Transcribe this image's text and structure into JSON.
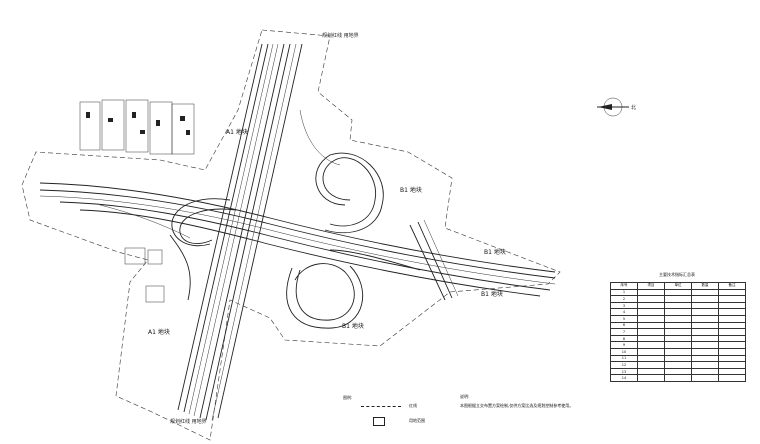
{
  "title": "",
  "zone_labels": {
    "nw": "A1 地块",
    "ne": "B1 地块",
    "e": "B1 地块",
    "se_right": "B1 地块",
    "sw": "A1 地块",
    "s": "B1 地块"
  },
  "top_label": "规划红线 用地界",
  "bottom_label": "规划红线 用地界",
  "north_arrow_label": "北",
  "table": {
    "title": "主要技术指标汇总表",
    "headers": [
      "序号",
      "项目",
      "单位",
      "数量",
      "备注"
    ],
    "rows": [
      [
        "1",
        "",
        "",
        "",
        ""
      ],
      [
        "2",
        "",
        "",
        "",
        ""
      ],
      [
        "3",
        "",
        "",
        "",
        ""
      ],
      [
        "4",
        "",
        "",
        "",
        ""
      ],
      [
        "5",
        "",
        "",
        "",
        ""
      ],
      [
        "6",
        "",
        "",
        "",
        ""
      ],
      [
        "7",
        "",
        "",
        "",
        ""
      ],
      [
        "8",
        "",
        "",
        "",
        ""
      ],
      [
        "9",
        "",
        "",
        "",
        ""
      ],
      [
        "10",
        "",
        "",
        "",
        ""
      ],
      [
        "11",
        "",
        "",
        "",
        ""
      ],
      [
        "12",
        "",
        "",
        "",
        ""
      ],
      [
        "13",
        "",
        "",
        "",
        ""
      ],
      [
        "14",
        "",
        "",
        "",
        ""
      ]
    ]
  },
  "legend": {
    "heading": "图例:",
    "line_label": "红线",
    "box_label": "用地范围"
  },
  "notes": {
    "heading": "说明:",
    "text": "本图根据立交布置方案绘制,仅供方案比选及规划控制参考使用。"
  }
}
